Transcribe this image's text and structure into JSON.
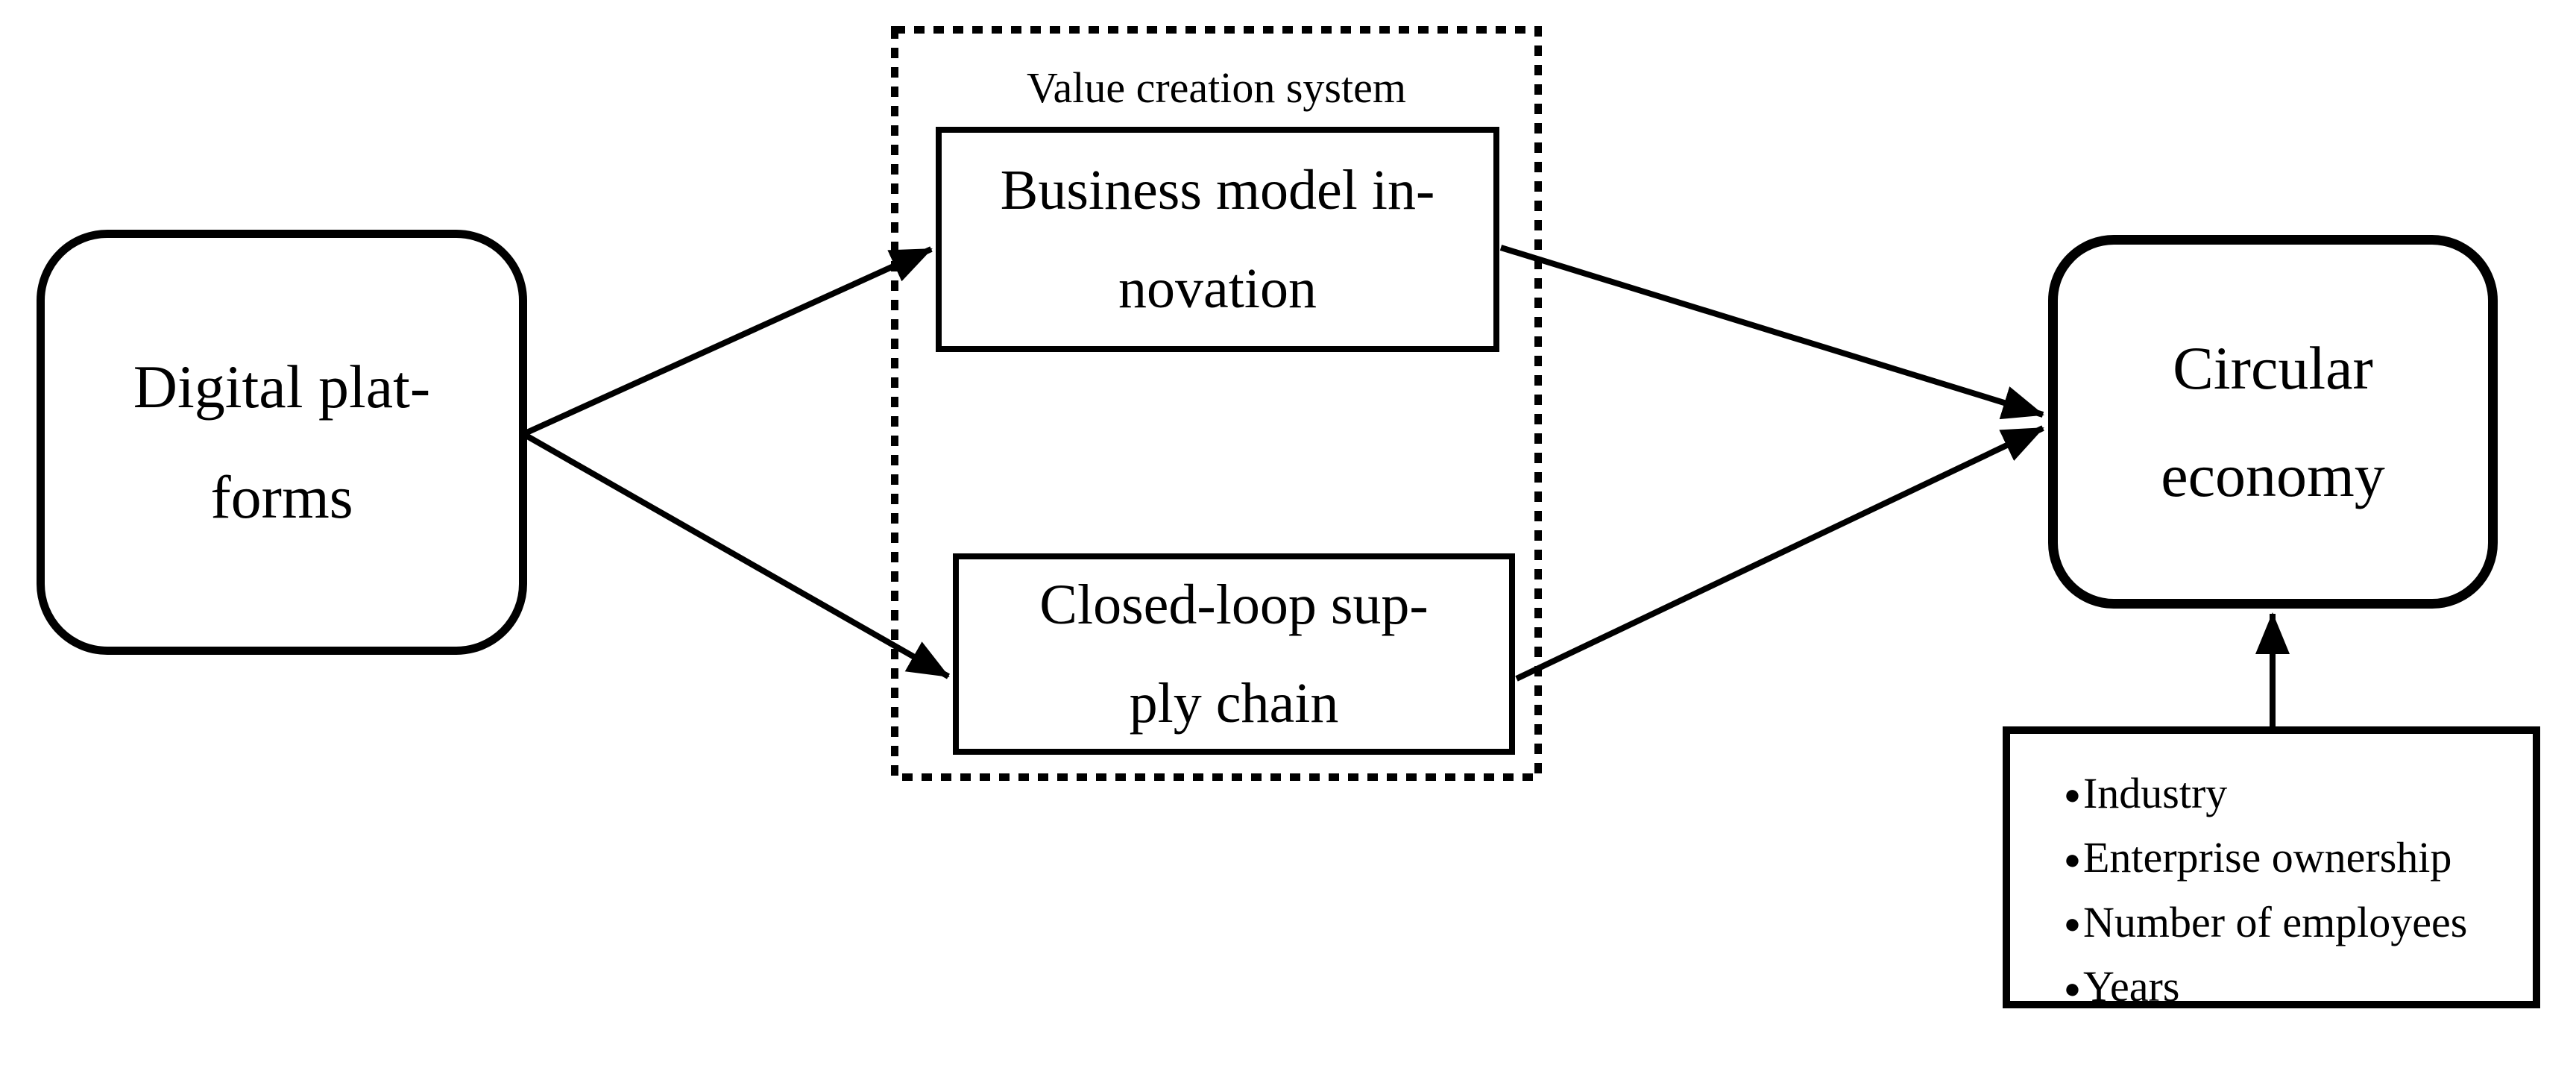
{
  "figure": {
    "background_color": "#ffffff",
    "line_color": "#000000"
  },
  "nodes": {
    "digital_platforms": {
      "lines": [
        "Digital plat-",
        "forms"
      ]
    },
    "value_creation_system": {
      "label": "Value creation system"
    },
    "business_model_innovation": {
      "lines": [
        "Business model in-",
        "novation"
      ]
    },
    "closed_loop_supply_chain": {
      "lines": [
        "Closed-loop sup-",
        "ply chain"
      ]
    },
    "circular_economy": {
      "lines": [
        "Circular",
        "economy"
      ]
    },
    "control_variables": {
      "bullet": "●",
      "items": [
        "Industry",
        "Enterprise ownership",
        "Number of employees",
        "Years"
      ]
    }
  },
  "edges": [
    {
      "from": "digital_platforms",
      "to": "business_model_innovation"
    },
    {
      "from": "digital_platforms",
      "to": "closed_loop_supply_chain"
    },
    {
      "from": "business_model_innovation",
      "to": "circular_economy"
    },
    {
      "from": "closed_loop_supply_chain",
      "to": "circular_economy"
    },
    {
      "from": "control_variables",
      "to": "circular_economy"
    }
  ]
}
